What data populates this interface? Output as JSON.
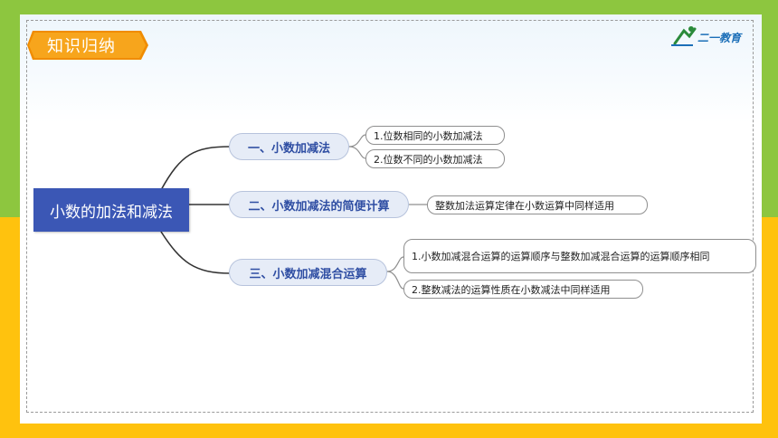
{
  "section_tag": {
    "label": "知识归纳"
  },
  "brand": {
    "name": "二一教育"
  },
  "mindmap": {
    "root": "小数的加法和减法",
    "branches": [
      {
        "label": "一、小数加减法",
        "leaves": [
          "1.位数相同的小数加减法",
          "2.位数不同的小数加减法"
        ]
      },
      {
        "label": "二、小数加减法的简便计算",
        "leaves": [
          "整数加法运算定律在小数运算中同样适用"
        ]
      },
      {
        "label": "三、小数加减混合运算",
        "leaves": [
          "1.小数加减混合运算的运算顺序与整数加减混合运算的运算顺序相同",
          "2.整数减法的运算性质在小数减法中同样适用"
        ]
      }
    ]
  },
  "colors": {
    "top_band": "#8dc63f",
    "bottom_band": "#ffc20e",
    "root_fill": "#3b57b5",
    "branch_text": "#2f4ea3",
    "tag_orange": "#f7a51c"
  }
}
